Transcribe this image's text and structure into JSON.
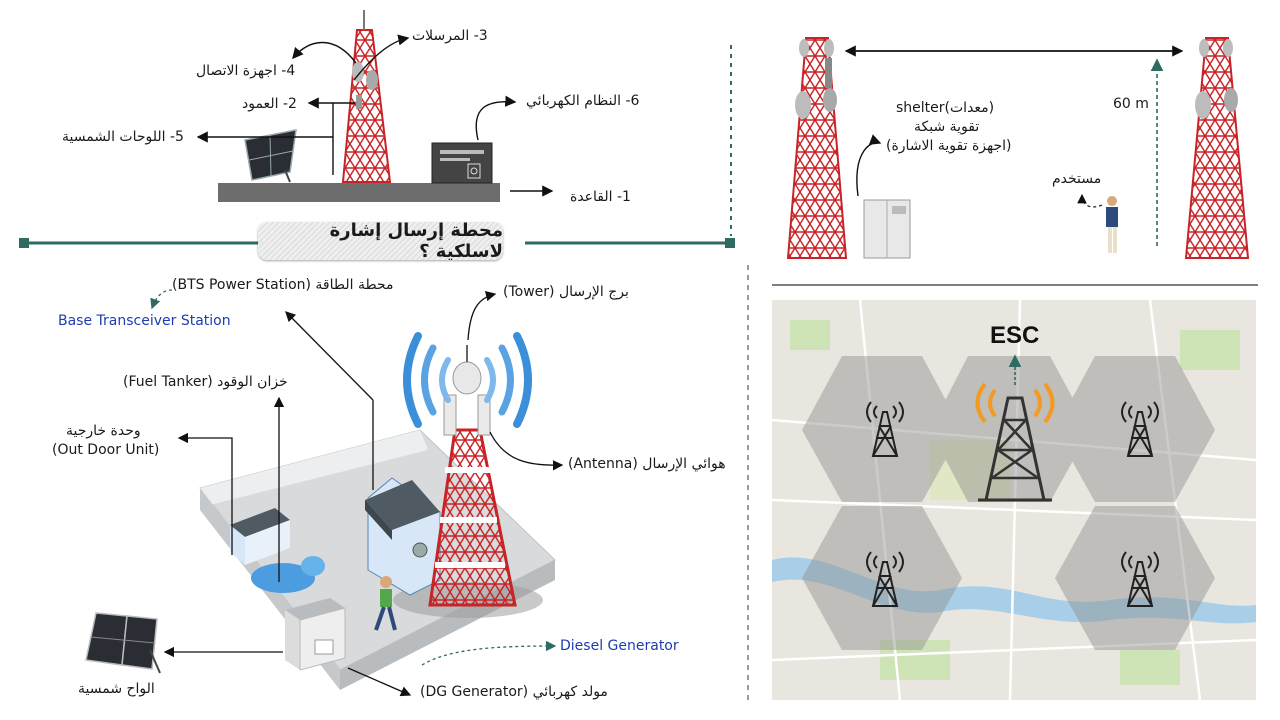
{
  "section1": {
    "labels": {
      "transmitters": "3- المرسلات",
      "comm_devices": "4- اجهزة الاتصال",
      "pole": "2- العمود",
      "power_system": "6- النظام الكهربائي",
      "solar_panels": "5- اللوحات الشمسية",
      "base": "1- القاعدة"
    }
  },
  "title": "محطة إرسال إشارة لاسلكية ؟",
  "section2": {
    "shelter_line1": "shelter(معدات)",
    "shelter_line2": "تقوية شبكة",
    "shelter_line3": "(اجهزة تقوية الاشارة)",
    "distance": "60 m",
    "user": "مستخدم"
  },
  "section3": {
    "bts_power": "(BTS Power Station) محطة الطاقة",
    "base_transceiver": "Base Transceiver Station",
    "tower": "برج الإرسال (Tower)",
    "fuel_tanker": "خزان الوقود (Fuel Tanker)",
    "outdoor_unit_ar": "وحدة خارجية",
    "outdoor_unit_en": "(Out Door Unit)",
    "antenna": "هوائي الإرسال (Antenna)",
    "diesel_generator": "Diesel Generator",
    "dg_generator": "مولد كهربائي (DG Generator)",
    "solar_panels": "الواح شمسية"
  },
  "section4": {
    "esc": "ESC"
  },
  "colors": {
    "accent_teal": "#2f6b62",
    "label_blue": "#1f3bb3",
    "tower_red": "#d6262a",
    "signal_orange": "#f29a21",
    "signal_blue": "#3a8fd8"
  }
}
